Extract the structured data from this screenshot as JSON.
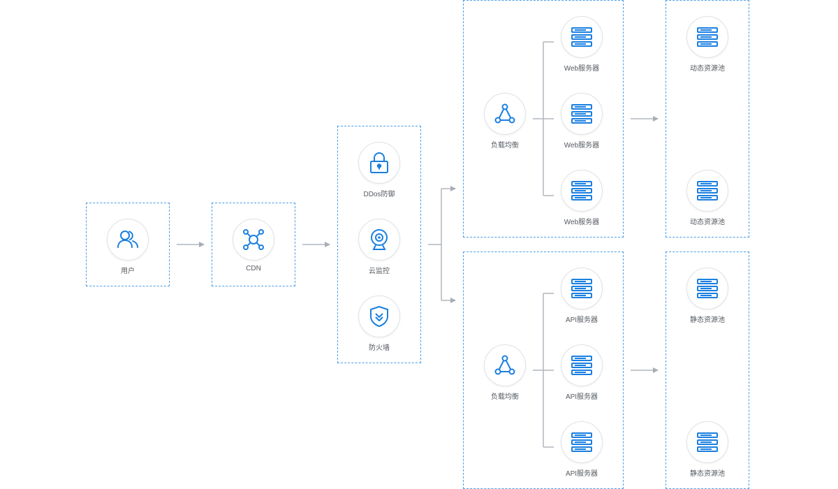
{
  "colors": {
    "accent": "#1a7fe0",
    "connector": "#b0b5bd",
    "dashed_border": "#4a9ee8"
  },
  "nodes": {
    "user": {
      "label": "用户",
      "icon": "users-icon"
    },
    "cdn": {
      "label": "CDN",
      "icon": "network-hub-icon"
    },
    "ddos": {
      "label": "DDos防御",
      "icon": "lock-icon"
    },
    "monitor": {
      "label": "云监控",
      "icon": "webcam-icon"
    },
    "firewall": {
      "label": "防火墙",
      "icon": "shield-icon"
    },
    "lb_web": {
      "label": "负载均衡",
      "icon": "load-balancer-icon"
    },
    "web_servers": [
      {
        "label": "Web服务器",
        "icon": "server-icon"
      },
      {
        "label": "Web服务器",
        "icon": "server-icon"
      },
      {
        "label": "Web服务器",
        "icon": "server-icon"
      }
    ],
    "dynamic_pools": [
      {
        "label": "动态资源池",
        "icon": "server-icon"
      },
      {
        "label": "动态资源池",
        "icon": "server-icon"
      }
    ],
    "lb_api": {
      "label": "负载均衡",
      "icon": "load-balancer-icon"
    },
    "api_servers": [
      {
        "label": "API服务器",
        "icon": "server-icon"
      },
      {
        "label": "API服务器",
        "icon": "server-icon"
      },
      {
        "label": "API服务器",
        "icon": "server-icon"
      }
    ],
    "static_pools": [
      {
        "label": "静态资源池",
        "icon": "server-icon"
      },
      {
        "label": "静态资源池",
        "icon": "server-icon"
      }
    ]
  }
}
